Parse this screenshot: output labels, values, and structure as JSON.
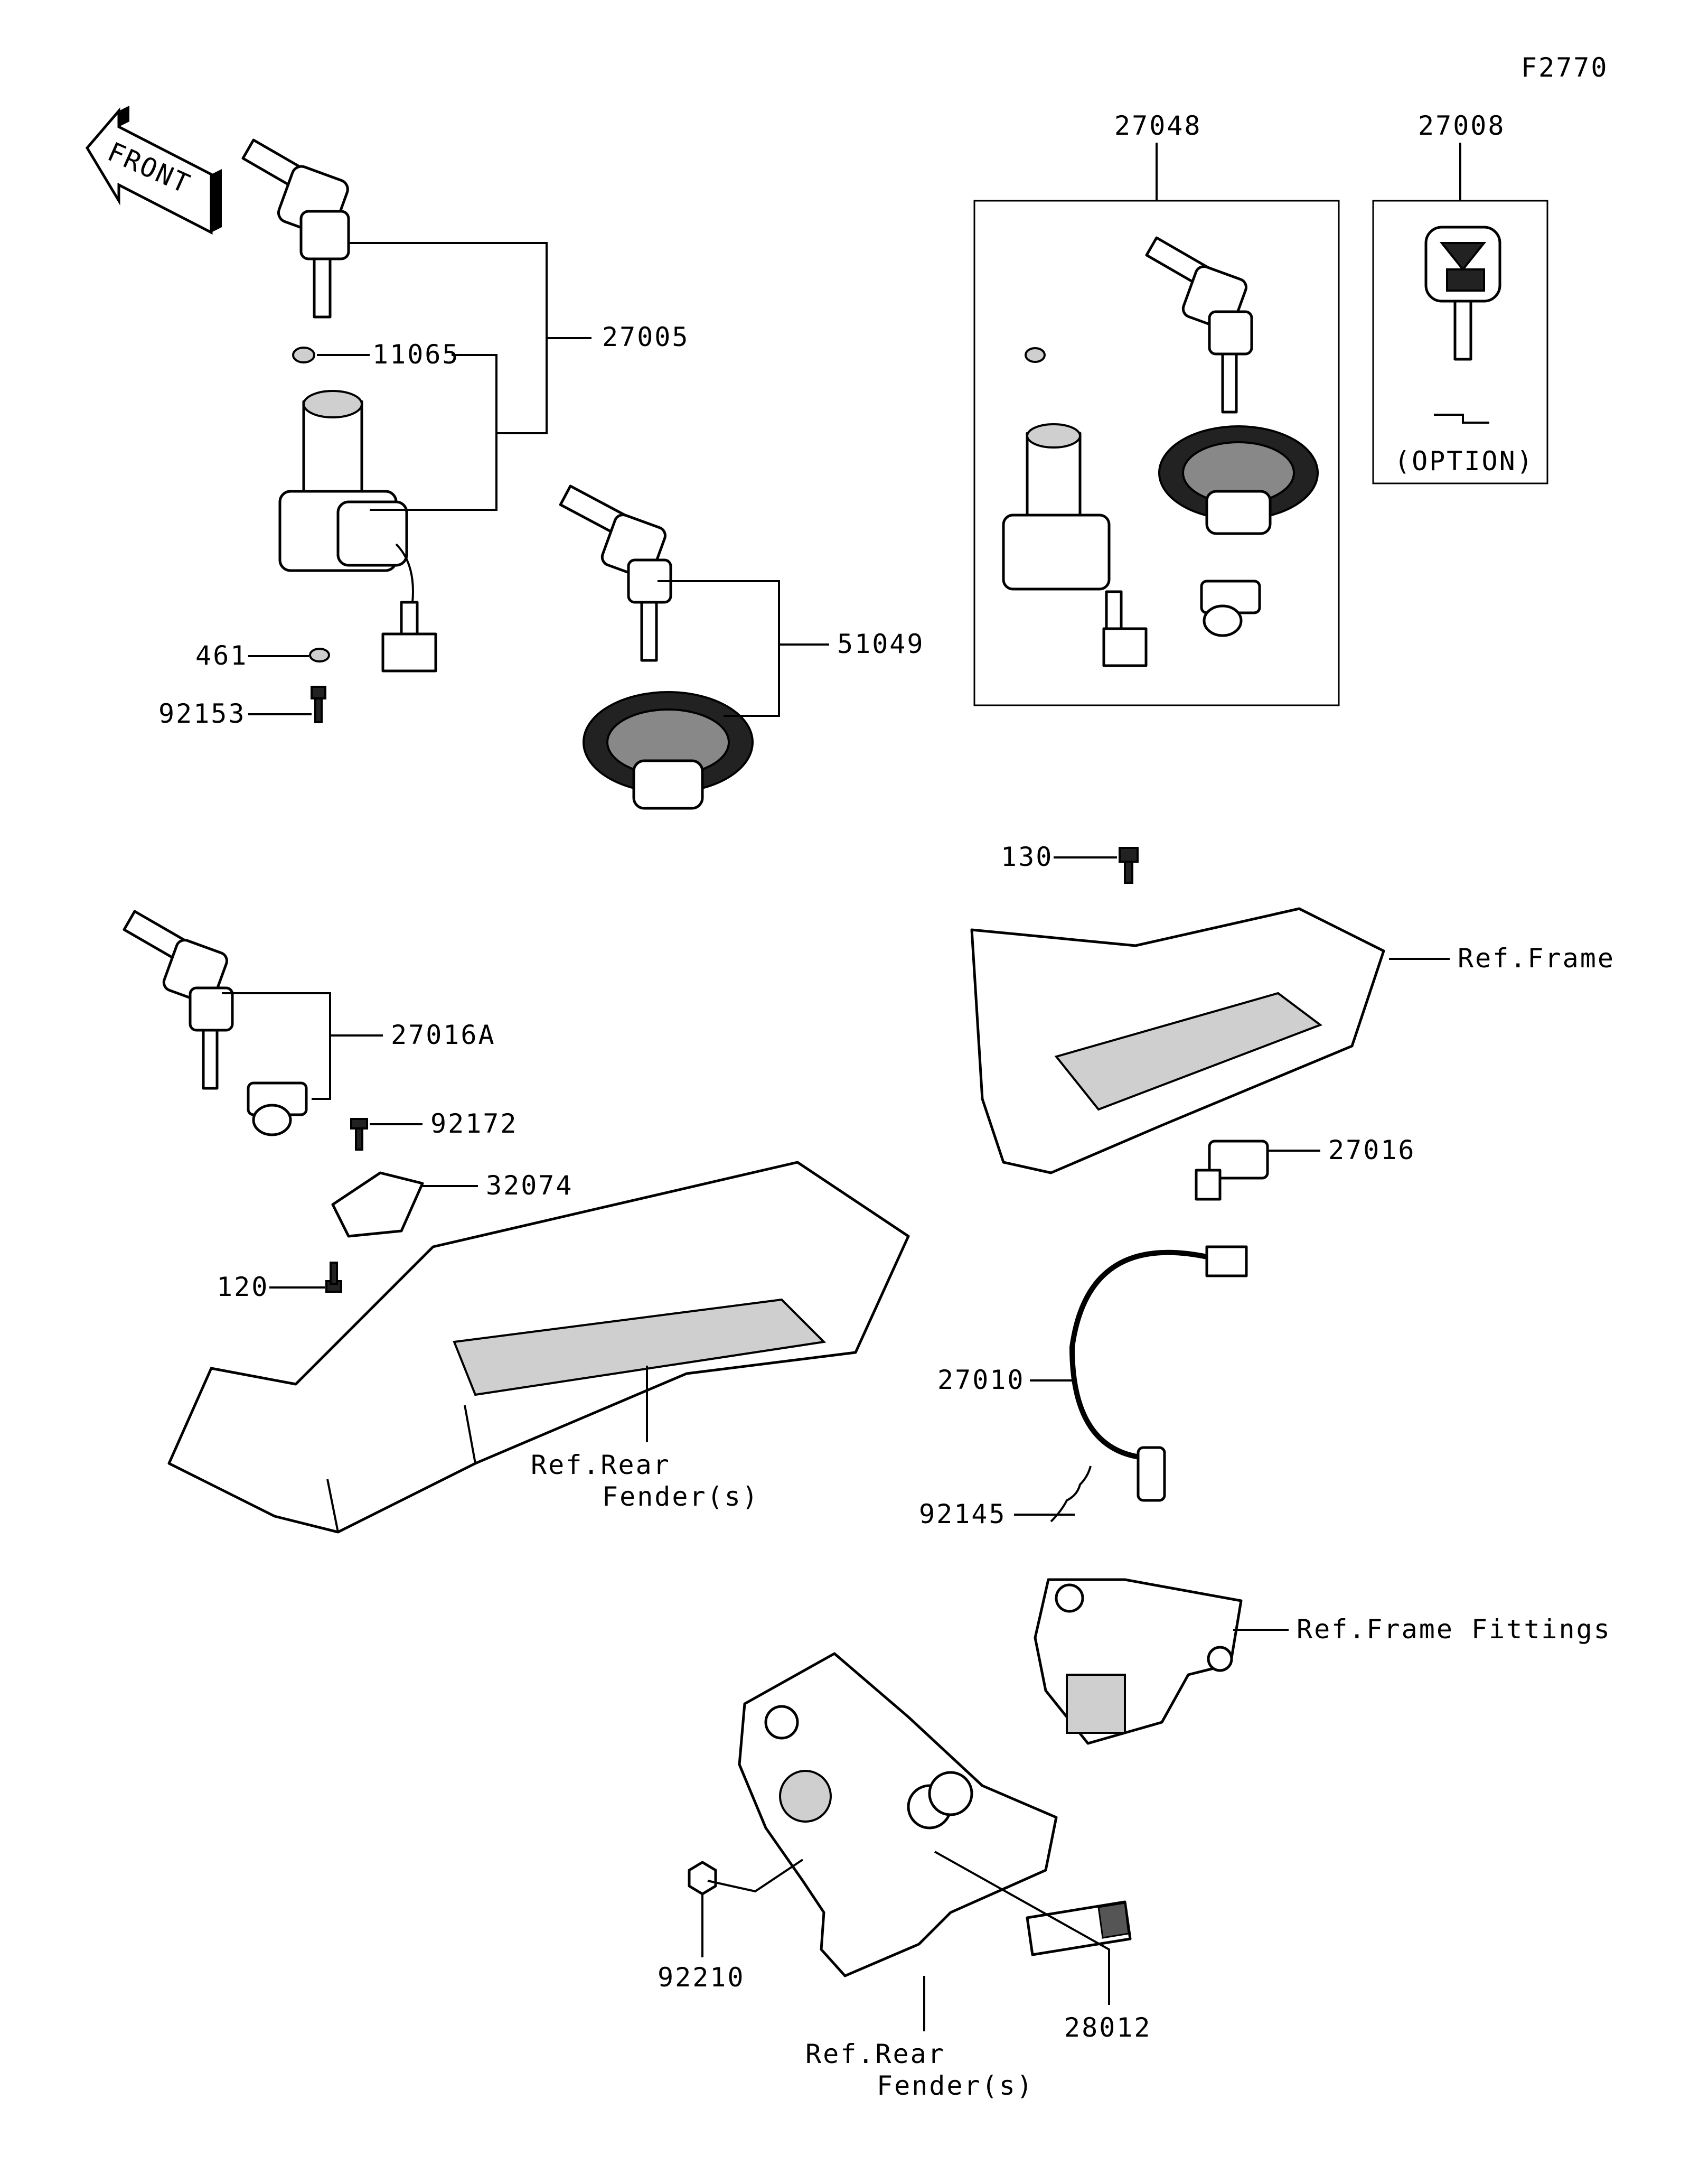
{
  "figure_code": "F2770",
  "front_arrow_label": "FRONT",
  "callouts": {
    "p27005": "27005",
    "p11065": "11065",
    "p461": "461",
    "p92153": "92153",
    "p51049": "51049",
    "p27048": "27048",
    "p27008": "27008",
    "option": "(OPTION)",
    "p27016A": "27016A",
    "p92172": "92172",
    "p32074": "32074",
    "p120": "120",
    "ref_rear_fender_1": "Ref.Rear",
    "ref_rear_fender_2": "Fender(s)",
    "p130": "130",
    "ref_frame": "Ref.Frame",
    "p27016": "27016",
    "p27010": "27010",
    "p92145": "92145",
    "ref_frame_fittings": "Ref.Frame Fittings",
    "p92210": "92210",
    "p28012": "28012",
    "ref_rear_fender_b1": "Ref.Rear",
    "ref_rear_fender_b2": "Fender(s)"
  }
}
